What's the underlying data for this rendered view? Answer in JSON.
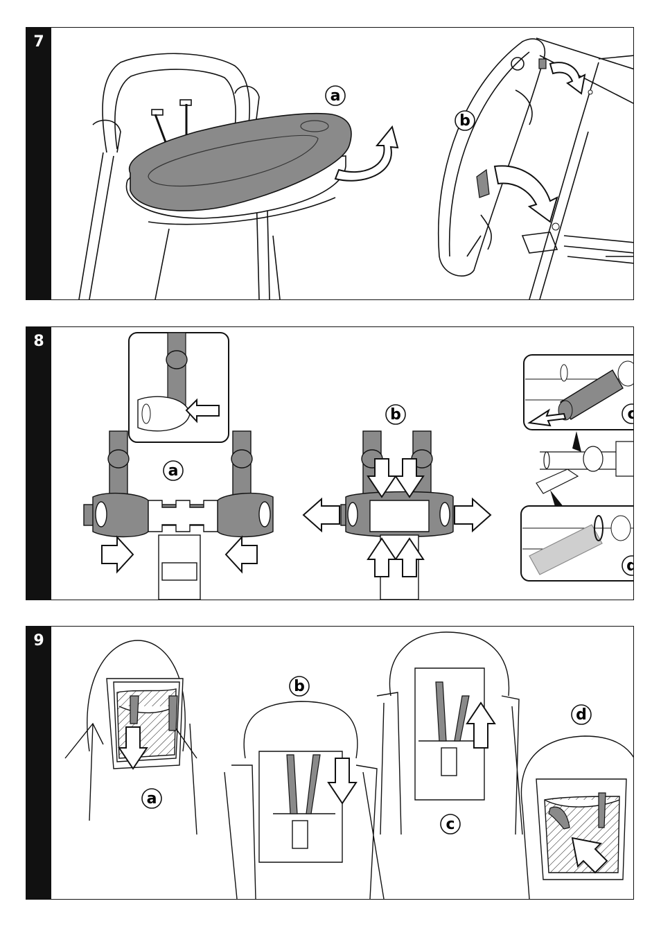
{
  "steps": [
    {
      "number": "7",
      "labels": {
        "a": "a",
        "b": "b"
      }
    },
    {
      "number": "8",
      "labels": {
        "a": "a",
        "b": "b",
        "c": "c",
        "d": "d"
      }
    },
    {
      "number": "9",
      "labels": {
        "a": "a",
        "b": "b",
        "c": "c",
        "d": "d"
      }
    }
  ],
  "colors": {
    "ink": "#111111",
    "gray": "#888888",
    "light": "#cfcfcf",
    "tab": "#111111"
  }
}
